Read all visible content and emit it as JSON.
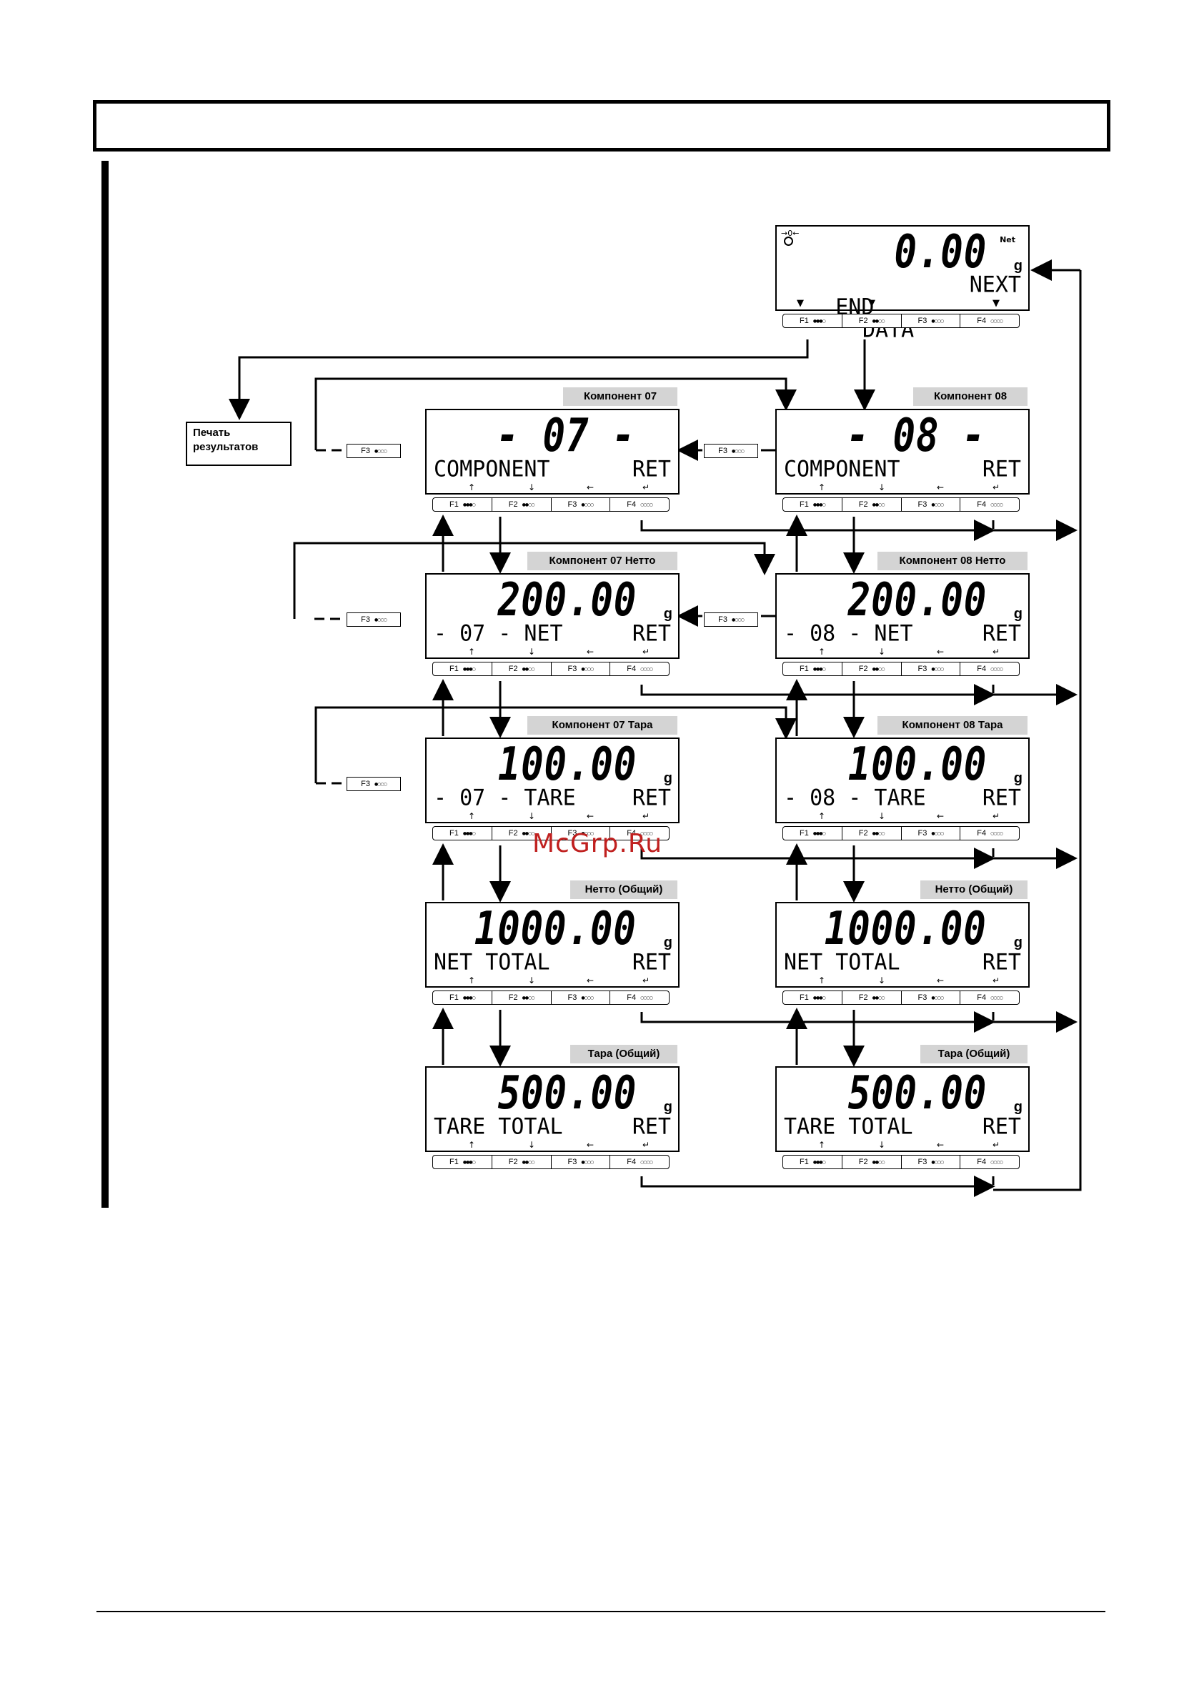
{
  "top_display": {
    "value": "0.00",
    "net_indicator": "Net",
    "unit": "g",
    "left": "END",
    "middle": "DATA",
    "right": "NEXT",
    "stability": "→0←"
  },
  "keys": [
    {
      "label": "F1",
      "dots": "●●●○"
    },
    {
      "label": "F2",
      "dots": "●●○○"
    },
    {
      "label": "F3",
      "dots": "●○○○"
    },
    {
      "label": "F4",
      "dots": "○○○○"
    }
  ],
  "print_box": {
    "line1": "Печать",
    "line2": "результатов"
  },
  "col07": [
    {
      "tag": "Компонент 07",
      "value": "- 07 -",
      "unit": "",
      "line": "COMPONENT",
      "ret": "RET"
    },
    {
      "tag": "Компонент 07 Нетто",
      "value": "200.00",
      "unit": "g",
      "line": "- 07 - NET",
      "ret": "RET"
    },
    {
      "tag": "Компонент 07 Тара",
      "value": "100.00",
      "unit": "g",
      "line": "- 07 - TARE",
      "ret": "RET"
    },
    {
      "tag": "Нетто (Общий)",
      "value": "1000.00",
      "unit": "g",
      "line": "NET TOTAL",
      "ret": "RET"
    },
    {
      "tag": "Тара (Общий)",
      "value": "500.00",
      "unit": "g",
      "line": "TARE TOTAL",
      "ret": "RET"
    }
  ],
  "col08": [
    {
      "tag": "Компонент 08",
      "value": "- 08 -",
      "unit": "",
      "line": "COMPONENT",
      "ret": "RET"
    },
    {
      "tag": "Компонент 08 Нетто",
      "value": "200.00",
      "unit": "g",
      "line": "- 08 - NET",
      "ret": "RET"
    },
    {
      "tag": "Компонент 08 Тара",
      "value": "100.00",
      "unit": "g",
      "line": "- 08 - TARE",
      "ret": "RET"
    },
    {
      "tag": "Нетто (Общий)",
      "value": "1000.00",
      "unit": "g",
      "line": "NET TOTAL",
      "ret": "RET"
    },
    {
      "tag": "Тара (Общий)",
      "value": "500.00",
      "unit": "g",
      "line": "TARE TOTAL",
      "ret": "RET"
    }
  ],
  "soft_arrows": {
    "up": "↑",
    "down": "↓",
    "left": "←",
    "enter": "↵",
    "tri": "▼"
  },
  "f3_box": {
    "label": "F3",
    "dots": "●○○○"
  },
  "watermark": "McGrp.Ru"
}
